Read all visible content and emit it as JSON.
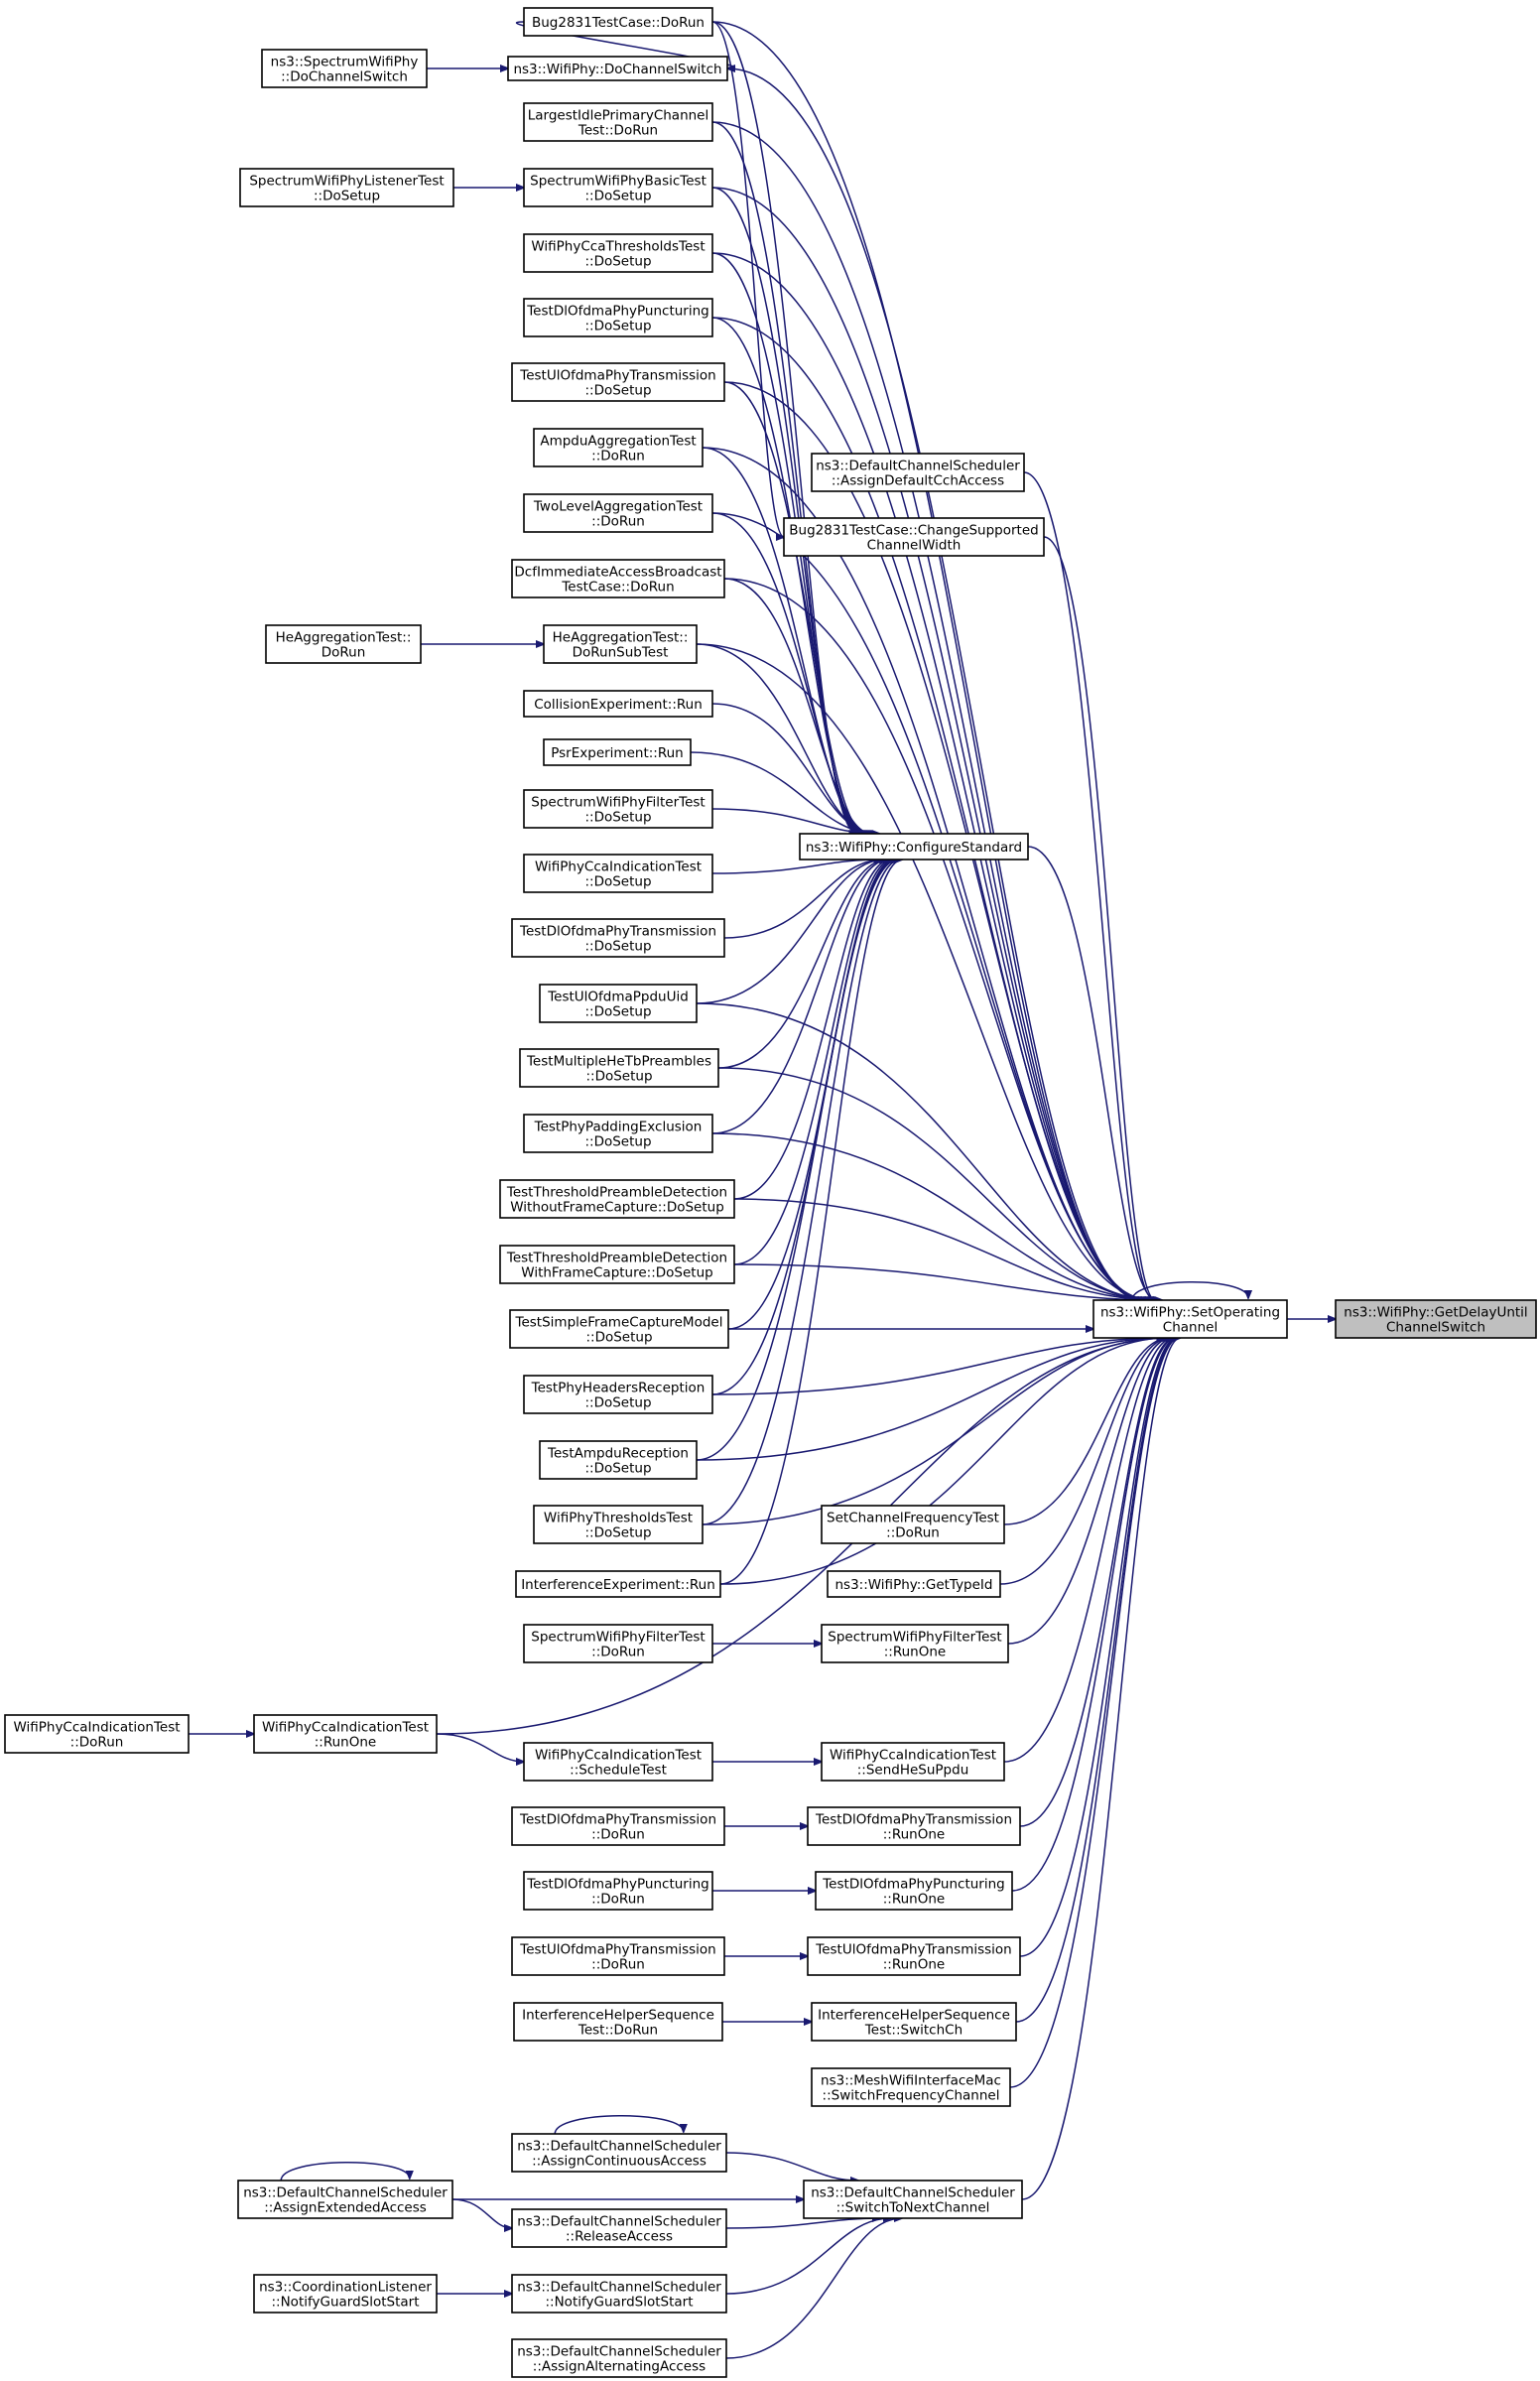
{
  "colors": {
    "edge": "#191970",
    "root_fill": "#bfbfbf",
    "node_fill": "#ffffff",
    "border": "#000000"
  },
  "nodes": [
    {
      "id": "n0",
      "lines": [
        "ns3::WifiPhy::GetDelayUntil",
        "ChannelSwitch"
      ],
      "root": true
    },
    {
      "id": "n1",
      "lines": [
        "ns3::WifiPhy::SetOperating",
        "Channel"
      ]
    },
    {
      "id": "n2",
      "lines": [
        "Bug2831TestCase::DoRun"
      ]
    },
    {
      "id": "n3",
      "lines": [
        "ns3::WifiPhy::DoChannelSwitch"
      ]
    },
    {
      "id": "n4",
      "lines": [
        "ns3::SpectrumWifiPhy",
        "::DoChannelSwitch"
      ]
    },
    {
      "id": "n5",
      "lines": [
        "LargestIdlePrimaryChannel",
        "Test::DoRun"
      ]
    },
    {
      "id": "n6",
      "lines": [
        "SpectrumWifiPhyBasicTest",
        "::DoSetup"
      ]
    },
    {
      "id": "n7",
      "lines": [
        "SpectrumWifiPhyListenerTest",
        "::DoSetup"
      ]
    },
    {
      "id": "n8",
      "lines": [
        "WifiPhyCcaThresholdsTest",
        "::DoSetup"
      ]
    },
    {
      "id": "n9",
      "lines": [
        "TestDlOfdmaPhyPuncturing",
        "::DoSetup"
      ]
    },
    {
      "id": "n10",
      "lines": [
        "TestUlOfdmaPhyTransmission",
        "::DoSetup"
      ]
    },
    {
      "id": "n11",
      "lines": [
        "AmpduAggregationTest",
        "::DoRun"
      ]
    },
    {
      "id": "n12",
      "lines": [
        "TwoLevelAggregationTest",
        "::DoRun"
      ]
    },
    {
      "id": "n13",
      "lines": [
        "DcfImmediateAccessBroadcast",
        "TestCase::DoRun"
      ]
    },
    {
      "id": "n14",
      "lines": [
        "HeAggregationTest::",
        "DoRunSubTest"
      ]
    },
    {
      "id": "n15",
      "lines": [
        "HeAggregationTest::",
        "DoRun"
      ]
    },
    {
      "id": "n16",
      "lines": [
        "CollisionExperiment::Run"
      ]
    },
    {
      "id": "n17",
      "lines": [
        "PsrExperiment::Run"
      ]
    },
    {
      "id": "n18",
      "lines": [
        "SpectrumWifiPhyFilterTest",
        "::DoSetup"
      ]
    },
    {
      "id": "n19",
      "lines": [
        "WifiPhyCcaIndicationTest",
        "::DoSetup"
      ]
    },
    {
      "id": "n20",
      "lines": [
        "TestDlOfdmaPhyTransmission",
        "::DoSetup"
      ]
    },
    {
      "id": "n21",
      "lines": [
        "TestUlOfdmaPpduUid",
        "::DoSetup"
      ]
    },
    {
      "id": "n22",
      "lines": [
        "TestMultipleHeTbPreambles",
        "::DoSetup"
      ]
    },
    {
      "id": "n23",
      "lines": [
        "TestPhyPaddingExclusion",
        "::DoSetup"
      ]
    },
    {
      "id": "n24",
      "lines": [
        "TestThresholdPreambleDetection",
        "WithoutFrameCapture::DoSetup"
      ]
    },
    {
      "id": "n25",
      "lines": [
        "TestThresholdPreambleDetection",
        "WithFrameCapture::DoSetup"
      ]
    },
    {
      "id": "n26",
      "lines": [
        "TestSimpleFrameCaptureModel",
        "::DoSetup"
      ]
    },
    {
      "id": "n27",
      "lines": [
        "TestPhyHeadersReception",
        "::DoSetup"
      ]
    },
    {
      "id": "n28",
      "lines": [
        "TestAmpduReception",
        "::DoSetup"
      ]
    },
    {
      "id": "n29",
      "lines": [
        "WifiPhyThresholdsTest",
        "::DoSetup"
      ]
    },
    {
      "id": "n30",
      "lines": [
        "InterferenceExperiment::Run"
      ]
    },
    {
      "id": "n31",
      "lines": [
        "ns3::DefaultChannelScheduler",
        "::AssignDefaultCchAccess"
      ]
    },
    {
      "id": "n32",
      "lines": [
        "Bug2831TestCase::ChangeSupported",
        "ChannelWidth"
      ]
    },
    {
      "id": "n33",
      "lines": [
        "ns3::WifiPhy::ConfigureStandard"
      ]
    },
    {
      "id": "n34",
      "lines": [
        "SetChannelFrequencyTest",
        "::DoRun"
      ]
    },
    {
      "id": "n35",
      "lines": [
        "ns3::WifiPhy::GetTypeId"
      ]
    },
    {
      "id": "n36",
      "lines": [
        "SpectrumWifiPhyFilterTest",
        "::RunOne"
      ]
    },
    {
      "id": "n37",
      "lines": [
        "SpectrumWifiPhyFilterTest",
        "::DoRun"
      ]
    },
    {
      "id": "n38",
      "lines": [
        "WifiPhyCcaIndicationTest",
        "::RunOne"
      ]
    },
    {
      "id": "n39",
      "lines": [
        "WifiPhyCcaIndicationTest",
        "::DoRun"
      ]
    },
    {
      "id": "n40",
      "lines": [
        "WifiPhyCcaIndicationTest",
        "::ScheduleTest"
      ]
    },
    {
      "id": "n41",
      "lines": [
        "WifiPhyCcaIndicationTest",
        "::SendHeSuPpdu"
      ]
    },
    {
      "id": "n42",
      "lines": [
        "TestDlOfdmaPhyTransmission",
        "::DoRun"
      ]
    },
    {
      "id": "n43",
      "lines": [
        "TestDlOfdmaPhyTransmission",
        "::RunOne"
      ]
    },
    {
      "id": "n44",
      "lines": [
        "TestDlOfdmaPhyPuncturing",
        "::DoRun"
      ]
    },
    {
      "id": "n45",
      "lines": [
        "TestDlOfdmaPhyPuncturing",
        "::RunOne"
      ]
    },
    {
      "id": "n46",
      "lines": [
        "TestUlOfdmaPhyTransmission",
        "::DoRun"
      ]
    },
    {
      "id": "n47",
      "lines": [
        "TestUlOfdmaPhyTransmission",
        "::RunOne"
      ]
    },
    {
      "id": "n48",
      "lines": [
        "InterferenceHelperSequence",
        "Test::DoRun"
      ]
    },
    {
      "id": "n49",
      "lines": [
        "InterferenceHelperSequence",
        "Test::SwitchCh"
      ]
    },
    {
      "id": "n50",
      "lines": [
        "ns3::MeshWifiInterfaceMac",
        "::SwitchFrequencyChannel"
      ]
    },
    {
      "id": "n51",
      "lines": [
        "ns3::DefaultChannelScheduler",
        "::AssignContinuousAccess"
      ]
    },
    {
      "id": "n52",
      "lines": [
        "ns3::DefaultChannelScheduler",
        "::AssignExtendedAccess"
      ]
    },
    {
      "id": "n53",
      "lines": [
        "ns3::DefaultChannelScheduler",
        "::SwitchToNextChannel"
      ]
    },
    {
      "id": "n54",
      "lines": [
        "ns3::DefaultChannelScheduler",
        "::ReleaseAccess"
      ]
    },
    {
      "id": "n55",
      "lines": [
        "ns3::CoordinationListener",
        "::NotifyGuardSlotStart"
      ]
    },
    {
      "id": "n56",
      "lines": [
        "ns3::DefaultChannelScheduler",
        "::NotifyGuardSlotStart"
      ]
    },
    {
      "id": "n57",
      "lines": [
        "ns3::DefaultChannelScheduler",
        "::AssignAlternatingAccess"
      ]
    }
  ],
  "edges": [
    {
      "from": "n1",
      "to": "n0"
    },
    {
      "from": "n1",
      "to": "n1"
    },
    {
      "from": "n2",
      "to": "n1"
    },
    {
      "from": "n3",
      "to": "n1"
    },
    {
      "from": "n4",
      "to": "n3"
    },
    {
      "from": "n2",
      "to": "n3"
    },
    {
      "from": "n5",
      "to": "n1"
    },
    {
      "from": "n6",
      "to": "n1"
    },
    {
      "from": "n7",
      "to": "n6"
    },
    {
      "from": "n8",
      "to": "n1"
    },
    {
      "from": "n9",
      "to": "n1"
    },
    {
      "from": "n10",
      "to": "n1"
    },
    {
      "from": "n11",
      "to": "n1"
    },
    {
      "from": "n12",
      "to": "n1"
    },
    {
      "from": "n13",
      "to": "n1"
    },
    {
      "from": "n14",
      "to": "n1"
    },
    {
      "from": "n15",
      "to": "n14"
    },
    {
      "from": "n31",
      "to": "n1"
    },
    {
      "from": "n32",
      "to": "n1"
    },
    {
      "from": "n2",
      "to": "n32"
    },
    {
      "from": "n33",
      "to": "n1"
    },
    {
      "from": "n2",
      "to": "n33"
    },
    {
      "from": "n5",
      "to": "n33"
    },
    {
      "from": "n6",
      "to": "n33"
    },
    {
      "from": "n8",
      "to": "n33"
    },
    {
      "from": "n9",
      "to": "n33"
    },
    {
      "from": "n10",
      "to": "n33"
    },
    {
      "from": "n11",
      "to": "n33"
    },
    {
      "from": "n12",
      "to": "n33"
    },
    {
      "from": "n13",
      "to": "n33"
    },
    {
      "from": "n14",
      "to": "n33"
    },
    {
      "from": "n16",
      "to": "n33"
    },
    {
      "from": "n17",
      "to": "n33"
    },
    {
      "from": "n18",
      "to": "n33"
    },
    {
      "from": "n19",
      "to": "n33"
    },
    {
      "from": "n20",
      "to": "n33"
    },
    {
      "from": "n21",
      "to": "n33"
    },
    {
      "from": "n22",
      "to": "n33"
    },
    {
      "from": "n23",
      "to": "n33"
    },
    {
      "from": "n24",
      "to": "n33"
    },
    {
      "from": "n25",
      "to": "n33"
    },
    {
      "from": "n26",
      "to": "n33"
    },
    {
      "from": "n27",
      "to": "n33"
    },
    {
      "from": "n28",
      "to": "n33"
    },
    {
      "from": "n29",
      "to": "n33"
    },
    {
      "from": "n30",
      "to": "n33"
    },
    {
      "from": "n21",
      "to": "n1"
    },
    {
      "from": "n22",
      "to": "n1"
    },
    {
      "from": "n23",
      "to": "n1"
    },
    {
      "from": "n24",
      "to": "n1"
    },
    {
      "from": "n25",
      "to": "n1"
    },
    {
      "from": "n26",
      "to": "n1"
    },
    {
      "from": "n27",
      "to": "n1"
    },
    {
      "from": "n28",
      "to": "n1"
    },
    {
      "from": "n29",
      "to": "n1"
    },
    {
      "from": "n30",
      "to": "n1"
    },
    {
      "from": "n34",
      "to": "n1"
    },
    {
      "from": "n35",
      "to": "n1"
    },
    {
      "from": "n36",
      "to": "n1"
    },
    {
      "from": "n37",
      "to": "n36"
    },
    {
      "from": "n38",
      "to": "n1"
    },
    {
      "from": "n39",
      "to": "n38"
    },
    {
      "from": "n38",
      "to": "n40"
    },
    {
      "from": "n40",
      "to": "n41"
    },
    {
      "from": "n41",
      "to": "n1"
    },
    {
      "from": "n42",
      "to": "n43"
    },
    {
      "from": "n43",
      "to": "n1"
    },
    {
      "from": "n44",
      "to": "n45"
    },
    {
      "from": "n45",
      "to": "n1"
    },
    {
      "from": "n46",
      "to": "n47"
    },
    {
      "from": "n47",
      "to": "n1"
    },
    {
      "from": "n48",
      "to": "n49"
    },
    {
      "from": "n49",
      "to": "n1"
    },
    {
      "from": "n50",
      "to": "n1"
    },
    {
      "from": "n53",
      "to": "n1"
    },
    {
      "from": "n51",
      "to": "n51"
    },
    {
      "from": "n51",
      "to": "n53"
    },
    {
      "from": "n52",
      "to": "n52"
    },
    {
      "from": "n52",
      "to": "n53"
    },
    {
      "from": "n52",
      "to": "n54"
    },
    {
      "from": "n54",
      "to": "n53"
    },
    {
      "from": "n55",
      "to": "n56"
    },
    {
      "from": "n56",
      "to": "n53"
    },
    {
      "from": "n57",
      "to": "n53"
    }
  ]
}
